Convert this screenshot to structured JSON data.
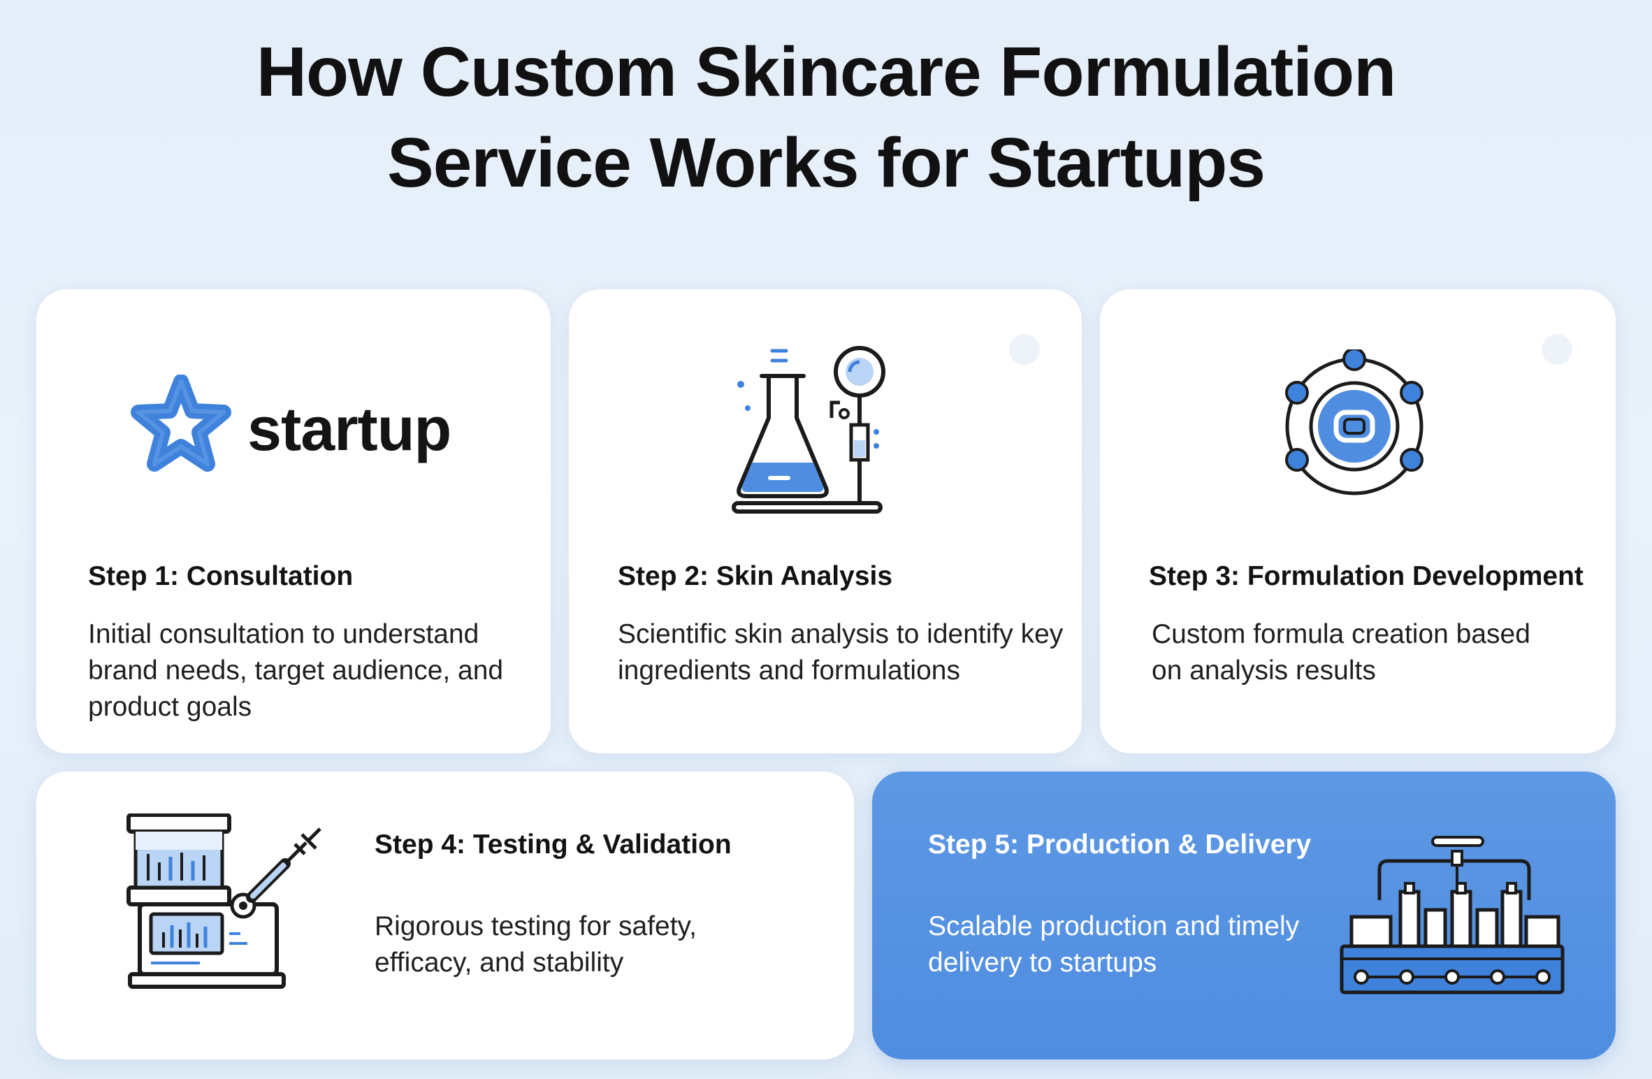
{
  "title": {
    "line1": "How Custom Skincare Formulation",
    "line2": "Service Works for Startups"
  },
  "colors": {
    "accent": "#4f8de0",
    "icon_blue": "#3f82dc",
    "icon_light": "#b9d4f5",
    "text_dark": "#121212",
    "card_white": "#ffffff"
  },
  "steps": [
    {
      "title": "Step 1: Consultation",
      "description": "Initial consultation to understand brand needs, target audience, and product goals",
      "icon": "star-logo-icon",
      "logo_text": "startup"
    },
    {
      "title": "Step 2: Skin Analysis",
      "description": "Scientific skin analysis to identify key ingredients and formulations",
      "icon": "lab-flask-icon"
    },
    {
      "title": "Step 3: Formulation Development",
      "description": "Custom formula creation based on analysis results",
      "icon": "molecule-network-icon"
    },
    {
      "title": "Step 4: Testing & Validation",
      "description": "Rigorous testing for safety, efficacy, and stability",
      "icon": "testing-machine-icon"
    },
    {
      "title": "Step 5: Production & Delivery",
      "description": "Scalable production and timely delivery to startups",
      "icon": "production-line-icon"
    }
  ]
}
